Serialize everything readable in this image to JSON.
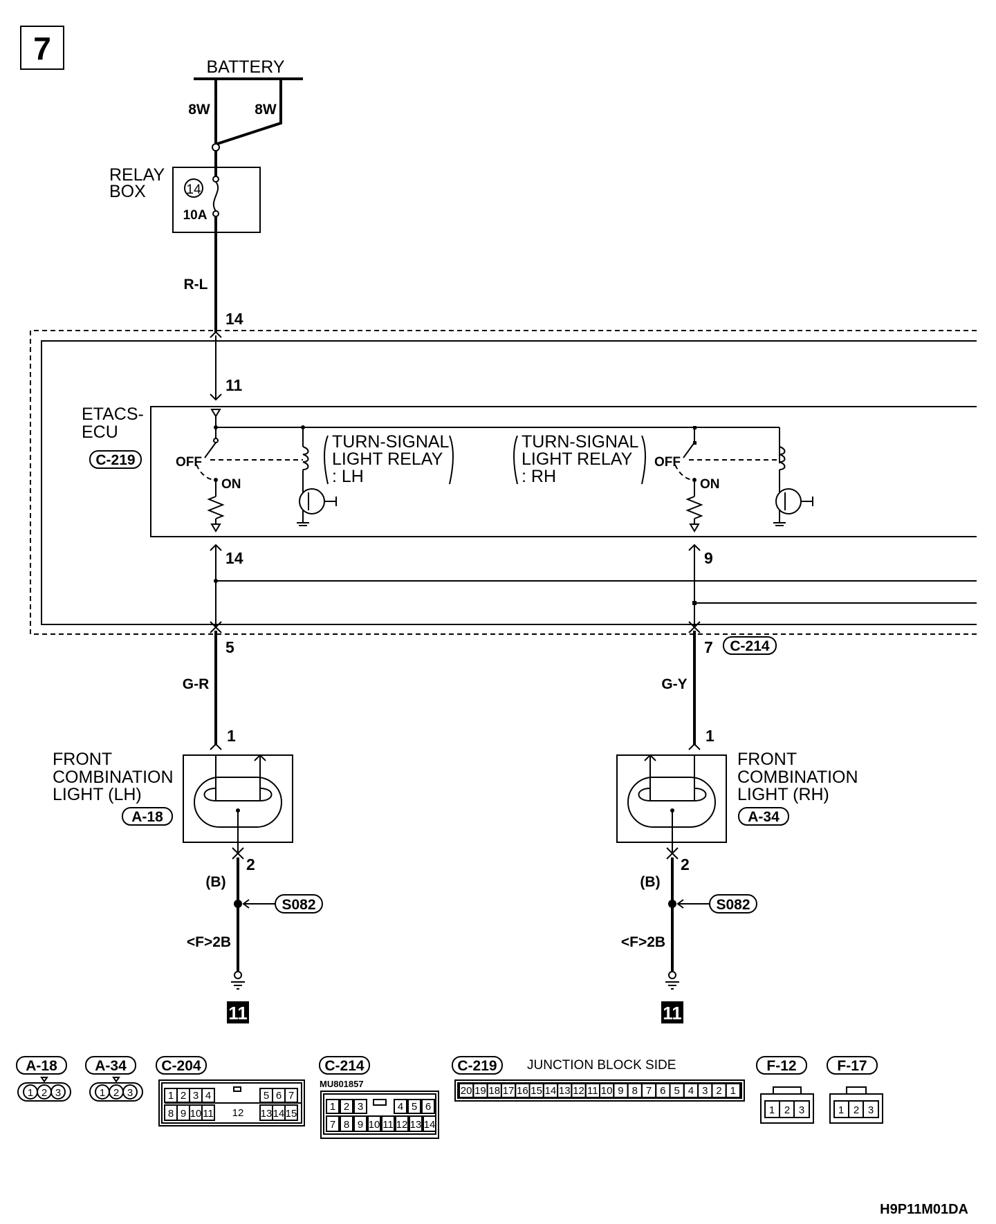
{
  "page_number": "7",
  "battery": {
    "label": "BATTERY",
    "wire_left": "8W",
    "wire_right": "8W"
  },
  "relay_box": {
    "label_line1": "RELAY",
    "label_line2": "BOX",
    "fuse_number": "14",
    "fuse_rating": "10A"
  },
  "wires": {
    "top": "R-L",
    "pin_14_top": "14",
    "pin_11": "11",
    "pin_14_bottom": "14",
    "pin_9": "9",
    "pin_5": "5",
    "pin_7": "7",
    "left_out": "G-R",
    "right_out": "G-Y",
    "lh_pin1": "1",
    "rh_pin1": "1",
    "lh_pin2": "2",
    "rh_pin2": "2",
    "lh_ground_wire": "(B)",
    "rh_ground_wire": "(B)",
    "lh_ground_point": "<F>2B",
    "rh_ground_point": "<F>2B",
    "lh_splice": "S082",
    "rh_splice": "S082",
    "lh_ref": "11",
    "rh_ref": "11"
  },
  "etacs": {
    "label_line1": "ETACS-",
    "label_line2": "ECU",
    "connector": "C-219",
    "lh_relay_line1": "TURN-SIGNAL",
    "lh_relay_line2": "LIGHT RELAY",
    "lh_relay_line3": ": LH",
    "rh_relay_line1": "TURN-SIGNAL",
    "rh_relay_line2": "LIGHT RELAY",
    "rh_relay_line3": ": RH",
    "off_lh": "OFF",
    "on_lh": "ON",
    "off_rh": "OFF",
    "on_rh": "ON"
  },
  "junction_connector": "C-214",
  "lights": {
    "lh_line1": "FRONT",
    "lh_line2": "COMBINATION",
    "lh_line3": "LIGHT (LH)",
    "lh_connector": "A-18",
    "rh_line1": "FRONT",
    "rh_line2": "COMBINATION",
    "rh_line3": "LIGHT (RH)",
    "rh_connector": "A-34"
  },
  "connectors": {
    "a18": "A-18",
    "a34": "A-34",
    "c204": "C-204",
    "c214": "C-214",
    "c214_part": "MU801857",
    "c219": "C-219",
    "c219_note": "JUNCTION BLOCK SIDE",
    "f12": "F-12",
    "f17": "F-17",
    "pins_3": [
      "1",
      "2",
      "3"
    ],
    "c204_top": [
      "1",
      "2",
      "3",
      "4",
      "5",
      "6",
      "7"
    ],
    "c204_bottom": [
      "8",
      "9",
      "10",
      "11",
      "13",
      "14",
      "15"
    ],
    "c204_center": "12",
    "c214_top": [
      "1",
      "2",
      "3",
      "4",
      "5",
      "6"
    ],
    "c214_bottom": [
      "7",
      "8",
      "9",
      "10",
      "11",
      "12",
      "13",
      "14"
    ],
    "c219_pins": [
      "20",
      "19",
      "18",
      "17",
      "16",
      "15",
      "14",
      "13",
      "12",
      "11",
      "10",
      "9",
      "8",
      "7",
      "6",
      "5",
      "4",
      "3",
      "2",
      "1"
    ]
  },
  "figure_code": "H9P11M01DA"
}
